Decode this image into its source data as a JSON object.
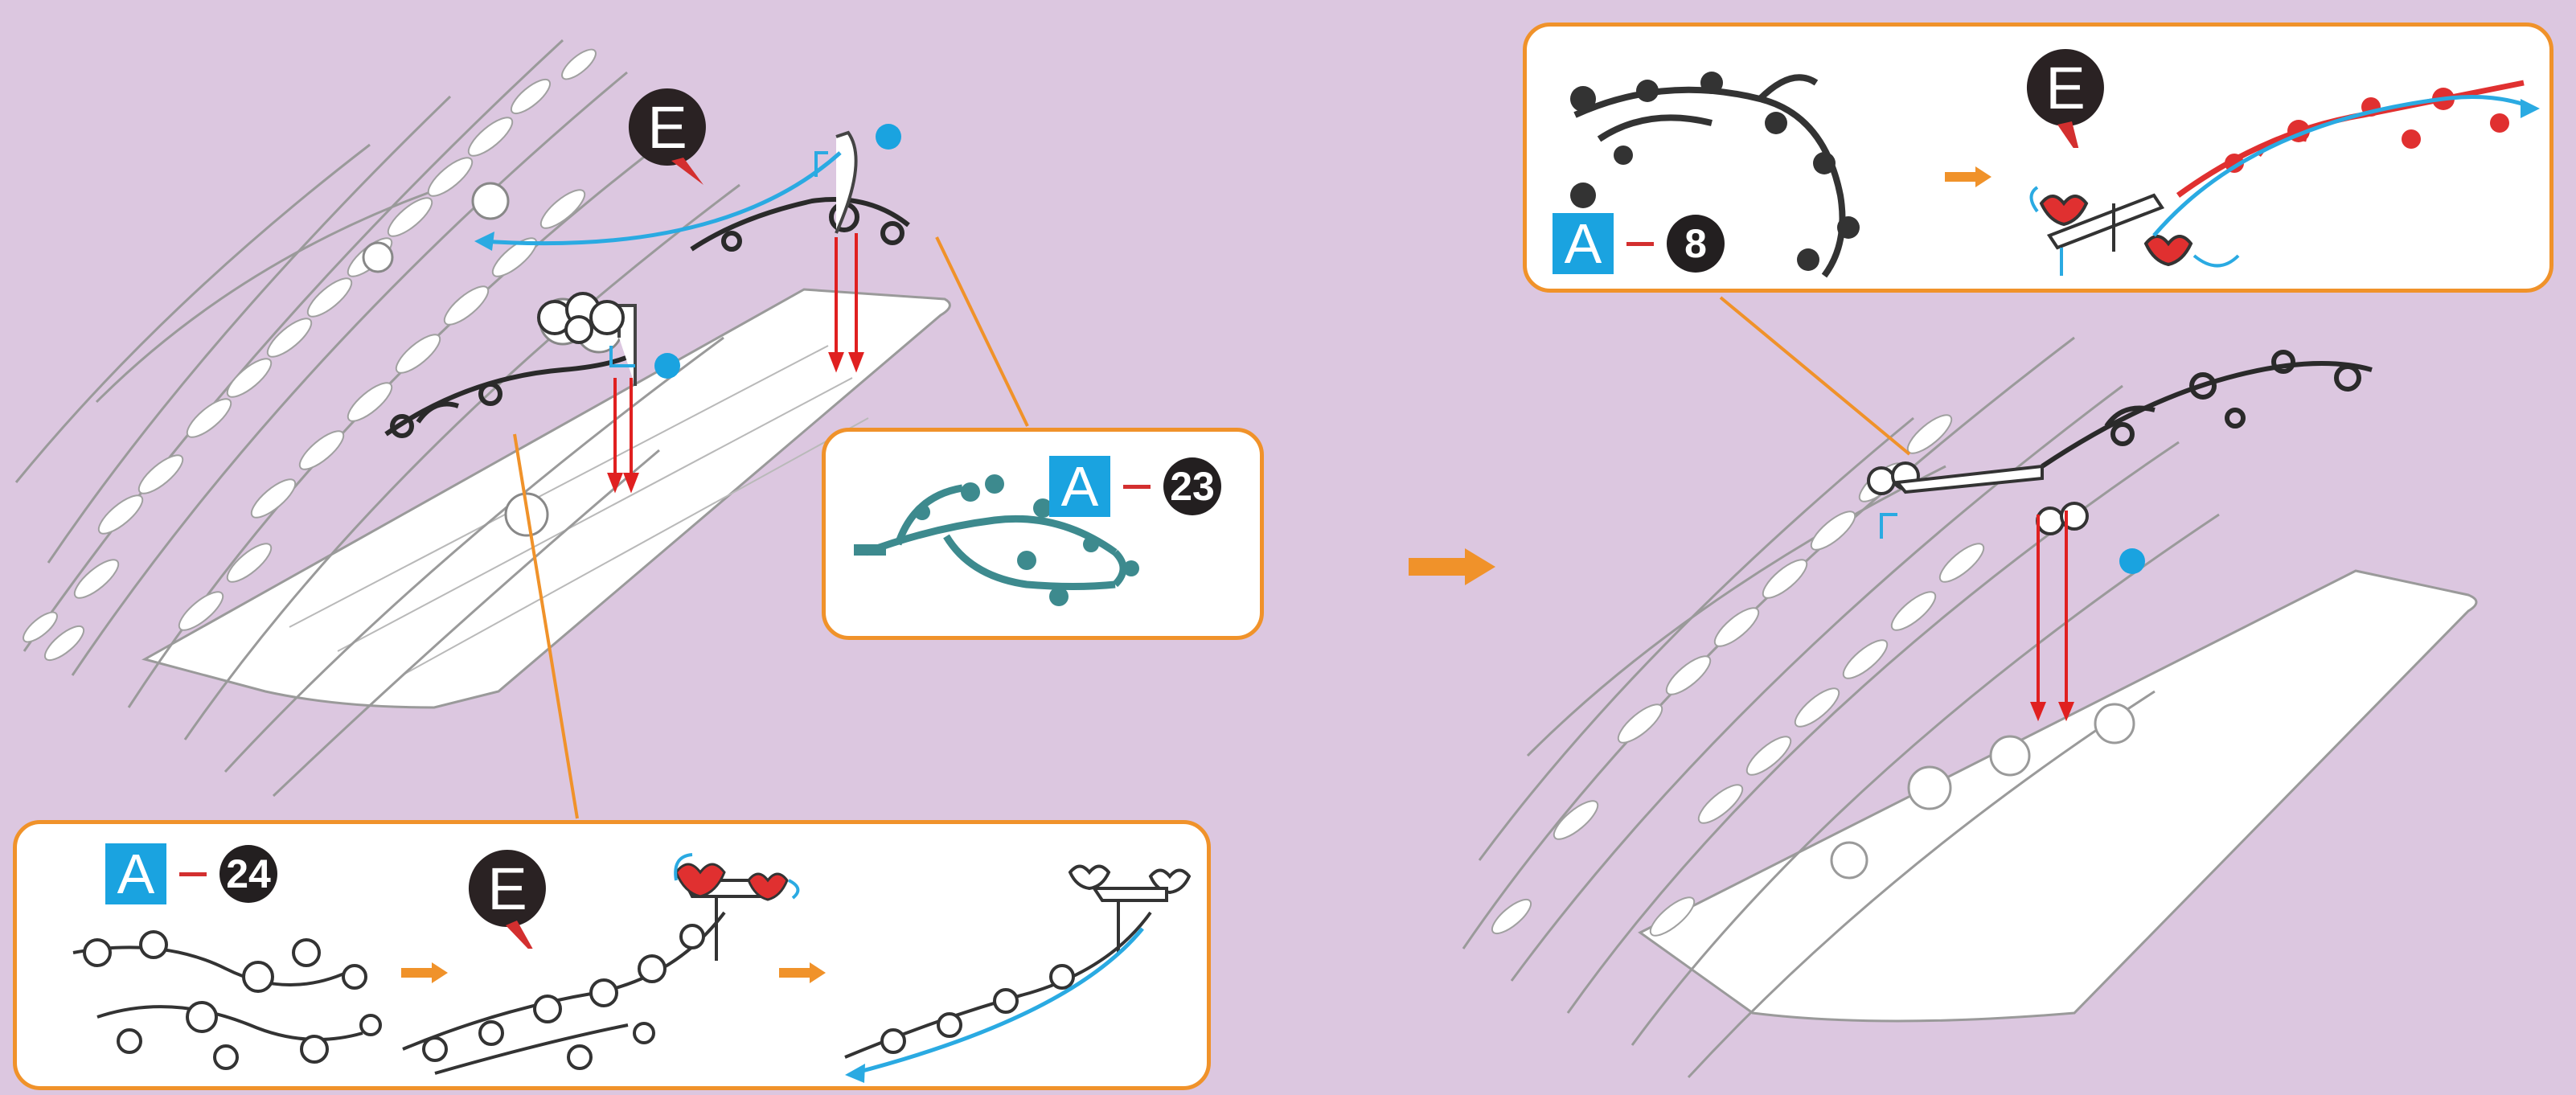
{
  "colors": {
    "background": "#dcc7e0",
    "callout_border": "#f0922a",
    "callout_fill": "#ffffff",
    "part_a_badge": "#1aa3e0",
    "number_badge": "#231f20",
    "part_e_badge": "#2a2223",
    "motion_arrow": "#2aaae2",
    "insert_arrow": "#e02020",
    "glue_dot": "#1aa3e0",
    "step_arrow": "#f0922a",
    "part_23_color": "#3d8a8e",
    "part_8_color": "#333333",
    "highlight_red": "#e03030"
  },
  "labels": {
    "part_group": "A",
    "part_e": "E"
  },
  "parts": {
    "a23": "23",
    "a24": "24",
    "a8": "8"
  },
  "icons": [
    "step-arrow-icon",
    "glue-dot-icon",
    "motion-arrow-icon",
    "insert-arrow-icon"
  ]
}
